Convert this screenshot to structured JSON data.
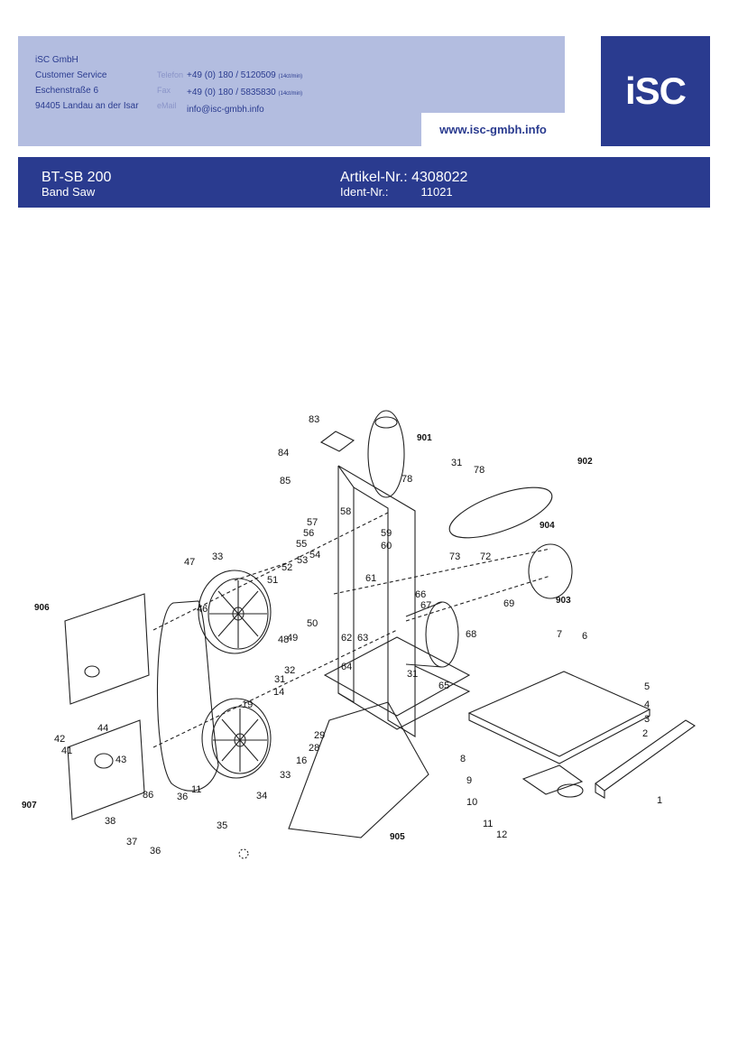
{
  "contact": {
    "company": "iSC GmbH",
    "department": "Customer Service",
    "street": "Eschenstraße 6",
    "city": "94405 Landau an der Isar",
    "phone_label": "Telefon",
    "phone": "+49 (0) 180 / 5120509",
    "phone_rate": "(14ct/min)",
    "fax_label": "Fax",
    "fax": "+49 (0) 180 / 5835830",
    "fax_rate": "(14ct/min)",
    "email_label": "eMail",
    "email": "info@isc-gmbh.info",
    "website": "www.isc-gmbh.info"
  },
  "logo": {
    "text": "iSC"
  },
  "product": {
    "model": "BT-SB 200",
    "description": "Band Saw",
    "article_label": "Artikel-Nr.:",
    "article_number": "4308022",
    "ident_label": "Ident-Nr.:",
    "ident_number": "11021"
  },
  "colors": {
    "brand_dark": "#2a3b8f",
    "brand_light": "#b3bde0"
  },
  "diagram": {
    "part_labels": [
      "83",
      "901",
      "84",
      "31",
      "78",
      "78",
      "902",
      "85",
      "58",
      "57",
      "59",
      "56",
      "55",
      "60",
      "54",
      "53",
      "904",
      "47",
      "33",
      "72",
      "52",
      "51",
      "61",
      "73",
      "66",
      "67",
      "69",
      "903",
      "906",
      "46",
      "50",
      "62",
      "68",
      "49",
      "7",
      "6",
      "48",
      "63",
      "64",
      "31",
      "65",
      "5",
      "32",
      "31",
      "14",
      "19",
      "4",
      "3",
      "44",
      "42",
      "41",
      "43",
      "29",
      "28",
      "16",
      "2",
      "8",
      "9",
      "10",
      "11",
      "907",
      "36",
      "86",
      "33",
      "34",
      "35",
      "38",
      "37",
      "36",
      "11",
      "12",
      "1",
      "905"
    ]
  }
}
